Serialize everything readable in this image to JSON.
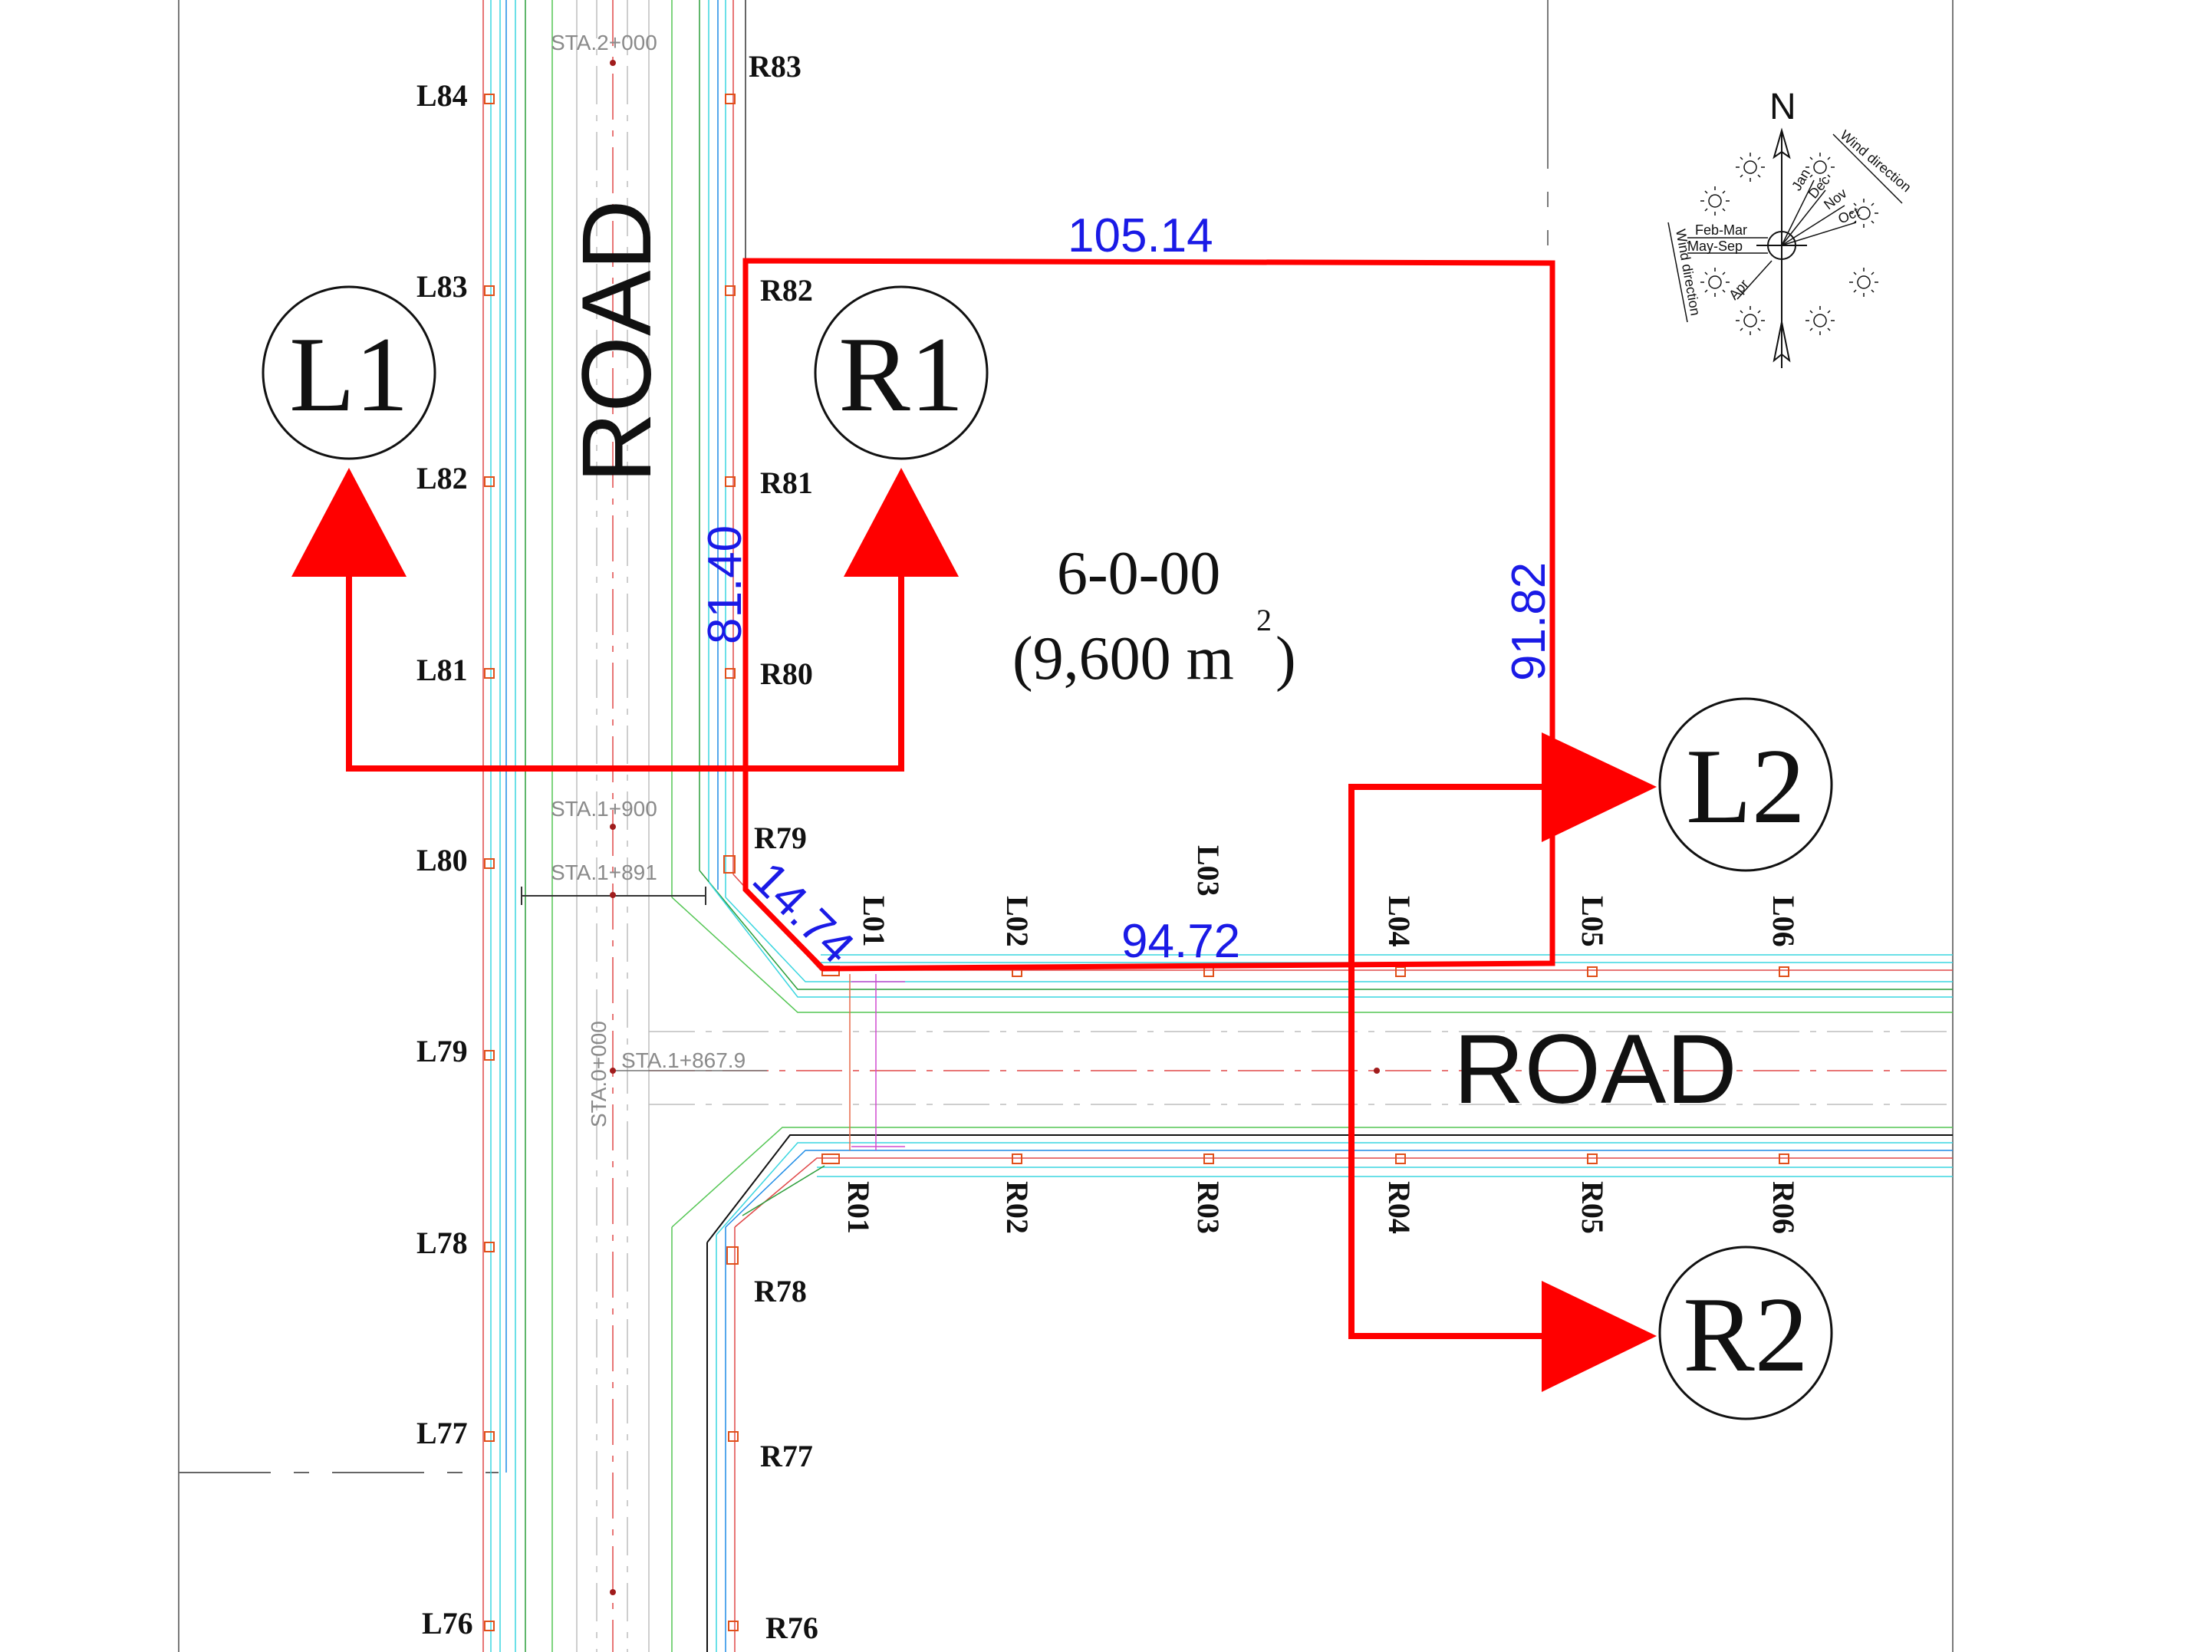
{
  "stations": {
    "sta_2000": "STA.2+000",
    "sta_1900": "STA.1+900",
    "sta_1891": "STA.1+891",
    "sta_0000": "STA.0+000",
    "sta_1867": "STA.1+867.9"
  },
  "road_labels": {
    "vertical": "ROAD",
    "horizontal": "ROAD"
  },
  "left_pegs": [
    "L84",
    "L83",
    "L82",
    "L81",
    "L80",
    "L79",
    "L78",
    "L77",
    "L76"
  ],
  "right_pegs": [
    "R83",
    "R82",
    "R81",
    "R80",
    "R79",
    "R78",
    "R77",
    "R76"
  ],
  "top_pegs": [
    "L01",
    "L02",
    "L03",
    "L04",
    "L05",
    "L06"
  ],
  "bottom_pegs": [
    "R01",
    "R02",
    "R03",
    "R04",
    "R05",
    "R06"
  ],
  "dimensions": {
    "top": "105.14",
    "left": "81.40",
    "right": "91.82",
    "bottom": "94.72",
    "chamfer": "14.74"
  },
  "area": {
    "main": "6-0-00",
    "sub_open": "(9,600 m",
    "sup": "2",
    "sub_close": ")"
  },
  "section_markers": {
    "l1": "L1",
    "r1": "R1",
    "l2": "L2",
    "r2": "R2"
  },
  "compass": {
    "north": "N",
    "wind_direction_ne": "Wind direction",
    "wind_direction_sw": "Wind direction",
    "months": [
      "Jan",
      "Dec",
      "Nov",
      "Oct",
      "Feb-Mar",
      "May-Sep",
      "Apr"
    ]
  },
  "colors": {
    "boundary": "#ff0000",
    "dimension_text": "#1a1ae6",
    "marker": "#e0501a"
  }
}
